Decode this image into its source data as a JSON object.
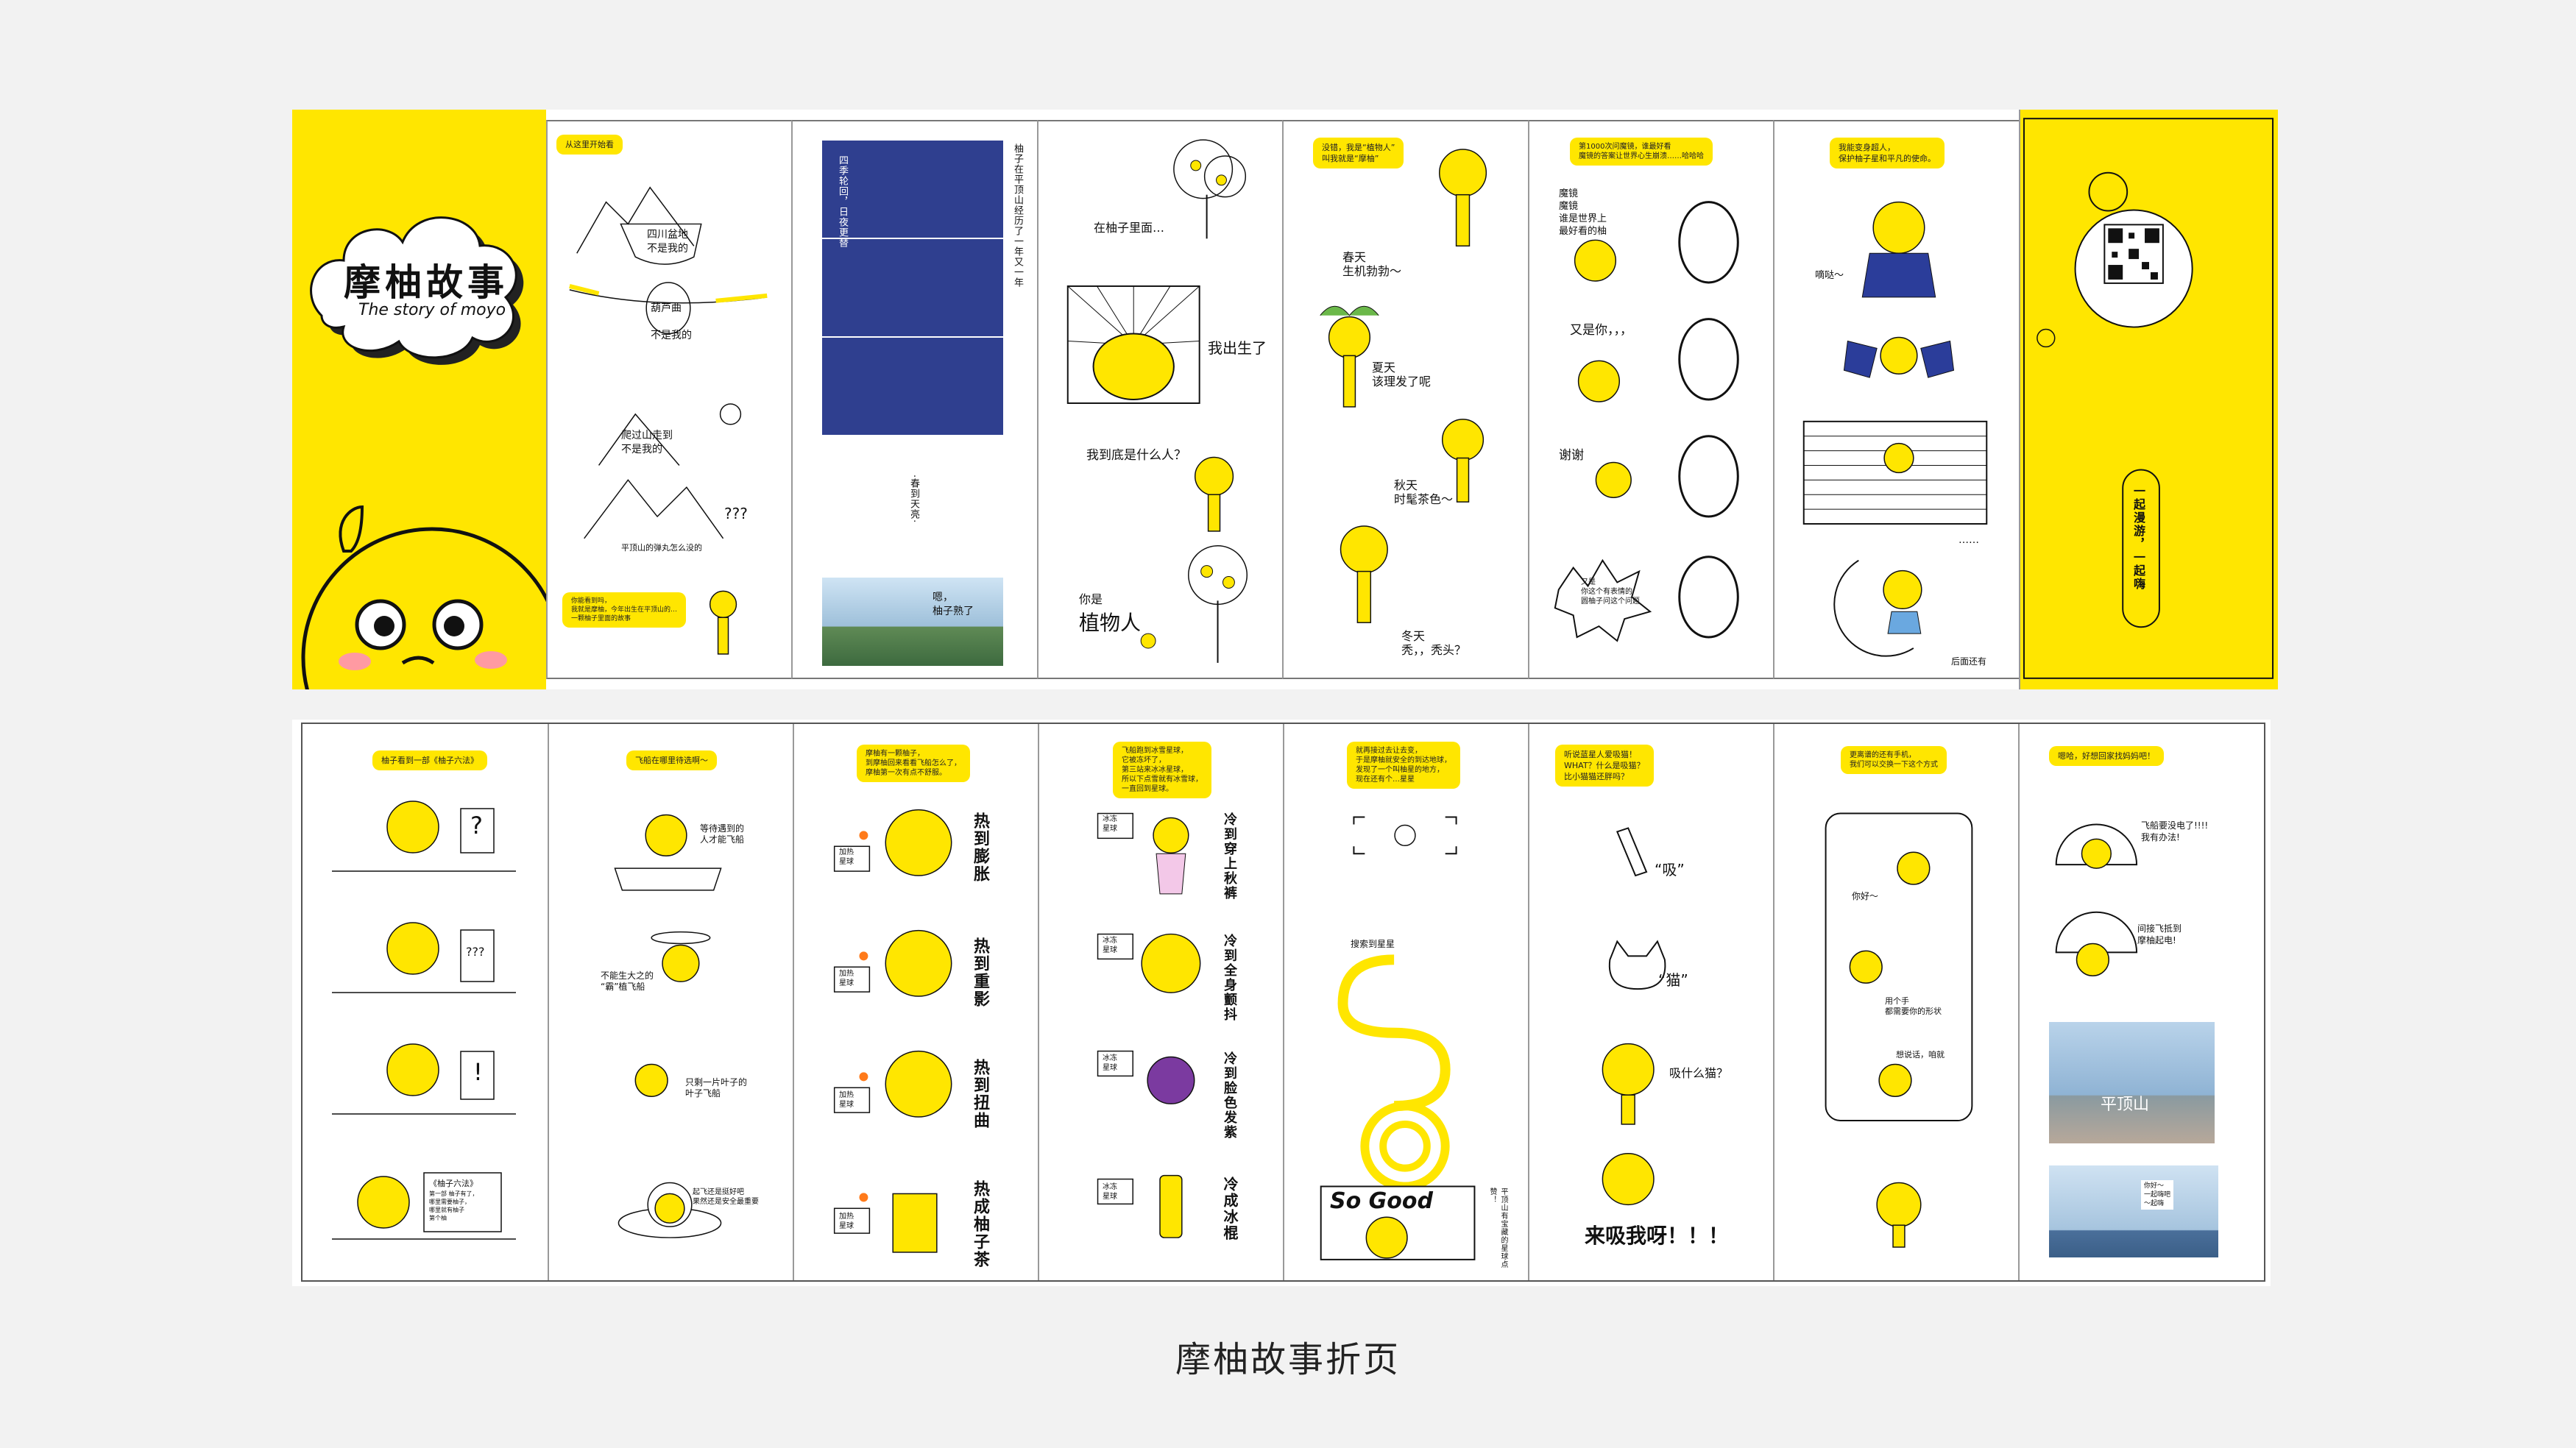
{
  "caption": "摩柚故事折页",
  "colors": {
    "brand_yellow": "#ffe600",
    "ink": "#111111",
    "night_blue": "#2f3f8f",
    "blush": "#ff9aa2"
  },
  "cover": {
    "title_cn": "摩柚故事",
    "title_en": "The story of moyo"
  },
  "back_cover": {
    "vertical_text": "一起漫游，一起嗨"
  },
  "top": {
    "p1": {
      "bubble_top": "从这里开始看",
      "label_basin": "四川盆地\n不是我的",
      "label_gourd": "葫芦曲",
      "label_not_mine": "不是我的",
      "label_climb": "爬过山走到\n不是我的",
      "qmarks": "???",
      "label_pingding": "平顶山的弹丸怎么没的",
      "bubble_bottom": "你能看到吗，\n我就是摩柚，今年出生在平顶山的…\n一颗柚子里面的故事"
    },
    "p2": {
      "v_right": "柚子在平顶山经历了一年又一年",
      "v_mid": "四季轮回，日夜更替",
      "v_bottom": "·春到天亮·",
      "photo_text": "嗯，\n柚子熟了"
    },
    "p3": {
      "t1": "在柚子里面…",
      "t2": "我出生了",
      "t3": "我到底是什么人？",
      "t4": "你是",
      "t5": "植物人"
    },
    "p4": {
      "bubble": "没错，我是“植物人”\n叫我就是“摩柚”",
      "t_spring": "春天\n生机勃勃～",
      "t_summer": "夏天\n该理发了呢",
      "t_autumn": "秋天\n时髦茶色～",
      "t_winter": "冬天\n秃，，秃头？"
    },
    "p5": {
      "bubble": "第1000次问魔镜，谁最好看\n魔镜的答案让世界心生崩溃……哈哈哈",
      "t1": "魔镜\n魔镜\n谁是世界上\n最好看的柚",
      "t2": "又是你，，，",
      "t3": "谢谢",
      "t4": "又是\n你这个有表情的\n圆柚子问这个问题"
    },
    "p6": {
      "bubble": "我能变身超人，\n保护柚子星和平凡的使命。",
      "t1": "嘀哒～",
      "t2": "……",
      "t_more": "后面还有"
    }
  },
  "bottom": {
    "p1": {
      "bubble": "柚子看到一部《柚子六法》",
      "q": "?",
      "qs": "???",
      "ex": "!",
      "book": "《柚子六法》",
      "book_sub": "第一部 柚子有了，\n哪里需要柚子，\n哪里就有柚子\n第个柚"
    },
    "p2": {
      "bubble": "飞船在哪里待选啊～",
      "t1": "等待遇到的\n人才能飞船",
      "t2": "不能生大之的\n“霸”植飞船",
      "t3": "只剩一片叶子的\n叶子飞船",
      "t4": "起飞还是挺好吧\n果然还是安全最重要"
    },
    "p3": {
      "bubble": "摩柚有一颗柚子，\n到摩柚回来看看飞船怎么了，\n摩柚第一次有点不舒服。",
      "sign": "加热\n星球",
      "v1": "热到膨胀",
      "v2": "热到重影",
      "v3": "热到扭曲",
      "v4": "热成柚子茶"
    },
    "p4": {
      "bubble": "飞船跑到冰雪星球，\n它被冻坏了，\n第三站来冰冰星球，\n所以下点雪就有冰雪球，\n一直回到星球。",
      "sign": "冰冻\n星球",
      "v1": "冷到穿上秋裤",
      "v2": "冷到全身颤抖",
      "v3": "冷到脸色发紫",
      "v4": "冷成冰棍"
    },
    "p5": {
      "bubble": "就再接过去让去变，\n于是摩柚就安全的到达地球，\n发现了一个叫柚星的地方，\n现在还有个…星星",
      "t1": "搜索到星星",
      "sogood": "So Good",
      "v_right": "平顶山有宝藏的星球点赞！"
    },
    "p6": {
      "bubble": "听说蓝星人爱吸猫！\nWHAT？什么是吸猫？\n比小猫猫还胖吗？",
      "t1": "“吸”",
      "t2": "“猫”",
      "t3": "吸什么猫？",
      "t4": "来吸我呀！！！"
    },
    "p7": {
      "bubble": "更离谱的还有手机，\n我们可以交换一下这个方式",
      "t1": "你好～",
      "t2": "用个手\n都需要你的形状",
      "t3": "想说话，咱就"
    },
    "p8": {
      "bubble": "嗯哈，好想回家找妈妈吧！",
      "t1": "飞船要没电了!!!!\n我有办法!",
      "t2": "间接飞抵到\n摩柚起电!",
      "t3": "平顶山",
      "t4": "你好～\n一起嗨吧\n～起嗨"
    }
  }
}
